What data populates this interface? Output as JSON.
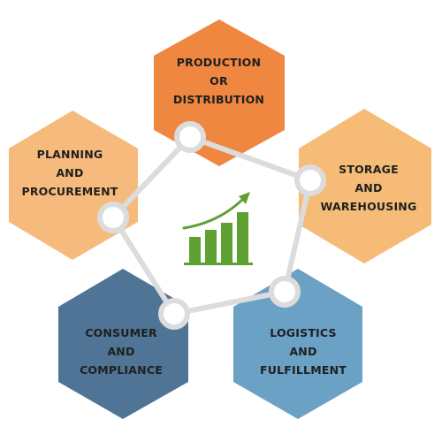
{
  "colors": {
    "production": "#ef8740",
    "storage": "#f5bb77",
    "planning": "#f6bb7c",
    "consumer": "#4f7495",
    "logistics": "#6aa1c5",
    "connector": "#dcdcdc",
    "chart_icon": "#5ea032"
  },
  "center_icon": "growth-bar-chart-icon",
  "nodes": {
    "production": {
      "line1": "PRODUCTION",
      "line2": "OR",
      "line3": "DISTRIBUTION"
    },
    "storage": {
      "line1": "STORAGE",
      "line2": "AND",
      "line3": "WAREHOUSING"
    },
    "planning": {
      "line1": "PLANNING",
      "line2": "AND",
      "line3": "PROCUREMENT"
    },
    "consumer": {
      "line1": "CONSUMER",
      "line2": "AND",
      "line3": "COMPLIANCE"
    },
    "logistics": {
      "line1": "LOGISTICS",
      "line2": "AND",
      "line3": "FULFILLMENT"
    }
  }
}
